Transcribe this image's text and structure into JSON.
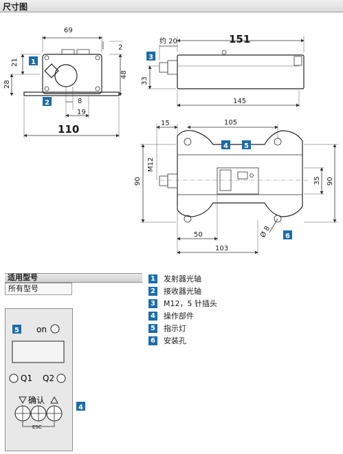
{
  "header": {
    "title": "尺寸图"
  },
  "front_view": {
    "dim_width": "69",
    "dim_top": "2",
    "dim_height_left": "21",
    "dim_height_right": "48",
    "dim_base_height": "28",
    "dim_8": "8",
    "dim_19": "19",
    "dim_total": "110"
  },
  "side_view": {
    "dim_approx": "约 20",
    "dim_length": "151",
    "dim_height": "33",
    "dim_body": "145"
  },
  "top_view": {
    "dim_15": "15",
    "dim_105": "105",
    "dim_m12": "M12",
    "dim_90_left": "90",
    "dim_90_right": "90",
    "dim_35": "35",
    "dim_50": "50",
    "dim_103": "103",
    "dim_hole": "Ø 8"
  },
  "callouts": {
    "c1": "1",
    "c2": "2",
    "c3": "3",
    "c4": "4",
    "c5": "5",
    "c6": "6"
  },
  "models": {
    "header": "适用型号",
    "all": "所有型号"
  },
  "legend": [
    {
      "num": "1",
      "text": "发射器光轴"
    },
    {
      "num": "2",
      "text": "接收器光轴"
    },
    {
      "num": "3",
      "text": "M12，5 针插头"
    },
    {
      "num": "4",
      "text": "操作部件"
    },
    {
      "num": "5",
      "text": "指示灯"
    },
    {
      "num": "6",
      "text": "安装孔"
    }
  ],
  "panel": {
    "on_label": "on",
    "q1_label": "Q1",
    "q2_label": "Q2",
    "confirm_label": "确认",
    "esc_label": "ESC",
    "callout_5": "5",
    "callout_4": "4"
  }
}
